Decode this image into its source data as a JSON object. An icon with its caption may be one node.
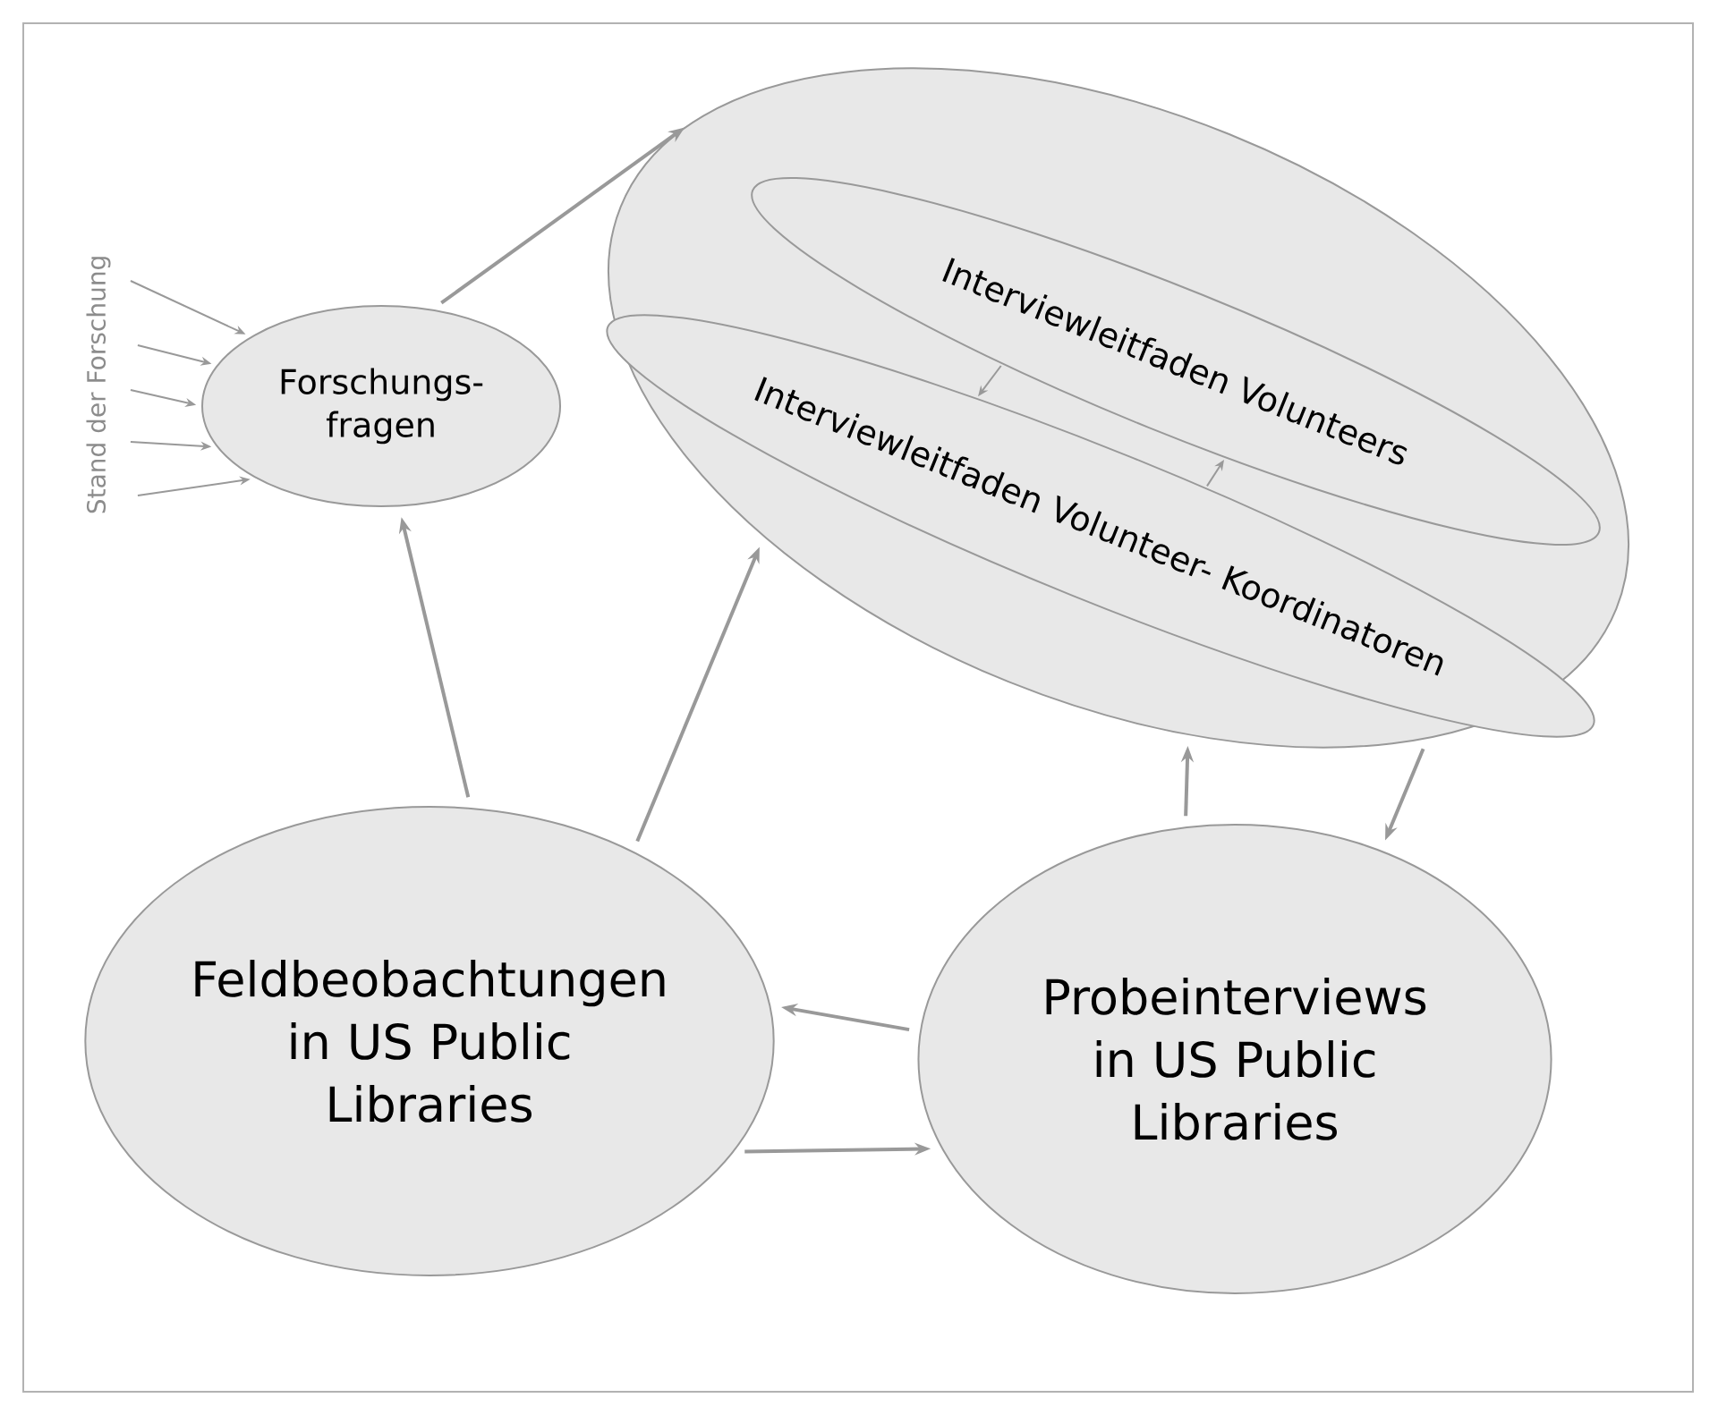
{
  "diagram": {
    "nodes": [
      {
        "text": [
          "Stand der Forschung"
        ]
      },
      {
        "text": [
          "Forschungs- fragen"
        ]
      },
      {
        "text": [],
        "shape": "ellipse"
      },
      {
        "text": [
          "Interviewleitfaden Volunteers"
        ],
        "in": 2
      },
      {
        "text": [
          "Interviewleitfaden Volunteer- Koordinatoren"
        ],
        "in": 2
      },
      {
        "text": [
          "Feldbeobachtungen in US Public Libraries"
        ]
      },
      {
        "text": [
          "Probeinterviews in US Public Libraries"
        ]
      }
    ],
    "edges": [
      {
        "from": 0,
        "to": 1,
        "arrow": "to"
      },
      {
        "from": 0,
        "to": 1,
        "arrow": "to"
      },
      {
        "from": 0,
        "to": 1,
        "arrow": "to"
      },
      {
        "from": 0,
        "to": 1,
        "arrow": "to"
      },
      {
        "from": 0,
        "to": 1,
        "arrow": "to"
      },
      {
        "from": 1,
        "to": 2,
        "arrow": "to"
      },
      {
        "from": 3,
        "to": 4,
        "arrow": "to"
      },
      {
        "from": 4,
        "to": 3,
        "arrow": "to"
      },
      {
        "from": 5,
        "to": 1,
        "arrow": "to"
      },
      {
        "from": 5,
        "to": 2,
        "arrow": "to"
      },
      {
        "from": 6,
        "to": 2,
        "arrow": "to"
      },
      {
        "from": 2,
        "to": 6,
        "arrow": "to"
      },
      {
        "from": 6,
        "to": 5,
        "arrow": "to"
      },
      {
        "from": 5,
        "to": 6,
        "arrow": "to"
      }
    ]
  }
}
